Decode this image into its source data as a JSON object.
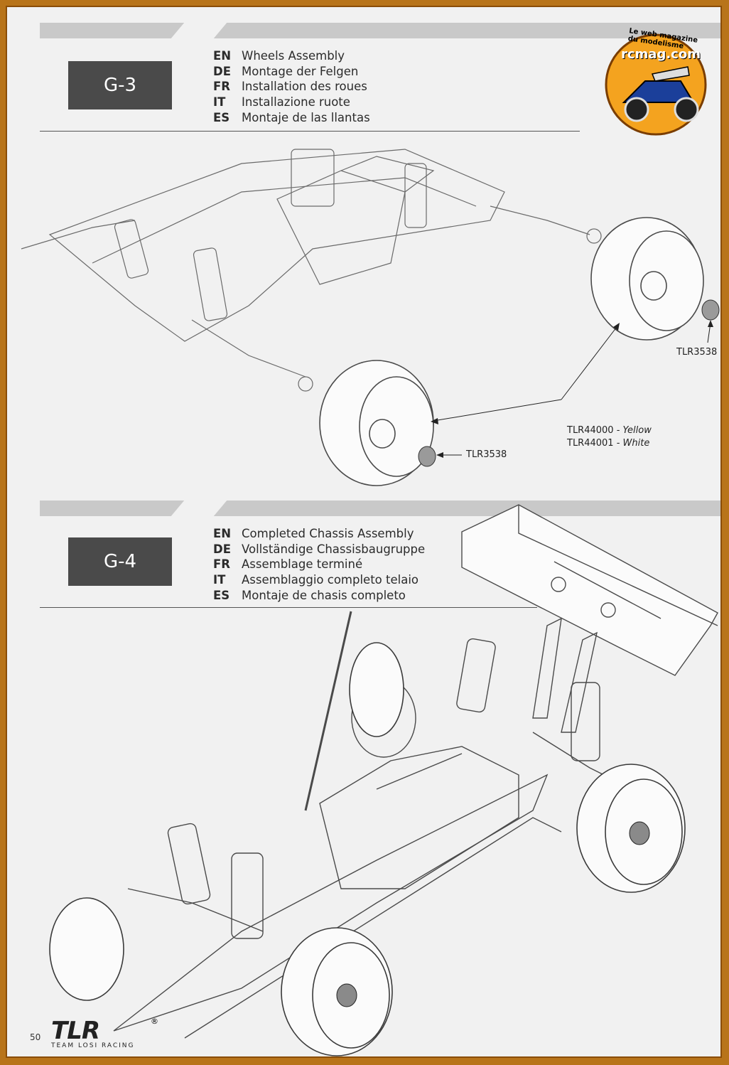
{
  "page_number": "50",
  "brand": {
    "logo": "TLR",
    "registered": "®",
    "subline": "TEAM LOSI RACING"
  },
  "watermark": {
    "site": "rcmag.com",
    "tagline": "Le web magazine du modelisme"
  },
  "sections": [
    {
      "step": "G-3",
      "languages": [
        {
          "code": "EN",
          "text": "Wheels Assembly"
        },
        {
          "code": "DE",
          "text": "Montage der Felgen"
        },
        {
          "code": "FR",
          "text": "Installation des roues"
        },
        {
          "code": "IT",
          "text": "Installazione ruote"
        },
        {
          "code": "ES",
          "text": "Montaje de las llantas"
        }
      ],
      "callouts": {
        "nut_right": "TLR3538",
        "nut_left": "TLR3538",
        "wheel_yellow_part": "TLR44000 - ",
        "wheel_yellow_color": "Yellow",
        "wheel_white_part": "TLR44001 - ",
        "wheel_white_color": "White"
      }
    },
    {
      "step": "G-4",
      "languages": [
        {
          "code": "EN",
          "text": "Completed Chassis Assembly"
        },
        {
          "code": "DE",
          "text": "Vollständige Chassisbaugruppe"
        },
        {
          "code": "FR",
          "text": "Assemblage terminé"
        },
        {
          "code": "IT",
          "text": "Assemblaggio completo telaio"
        },
        {
          "code": "ES",
          "text": "Montaje de chasis completo"
        }
      ]
    }
  ],
  "colors": {
    "frame": "#b8741a",
    "paper": "#f1f1f1",
    "step_box": "#4a4a4a",
    "band": "#c9c9c9"
  }
}
